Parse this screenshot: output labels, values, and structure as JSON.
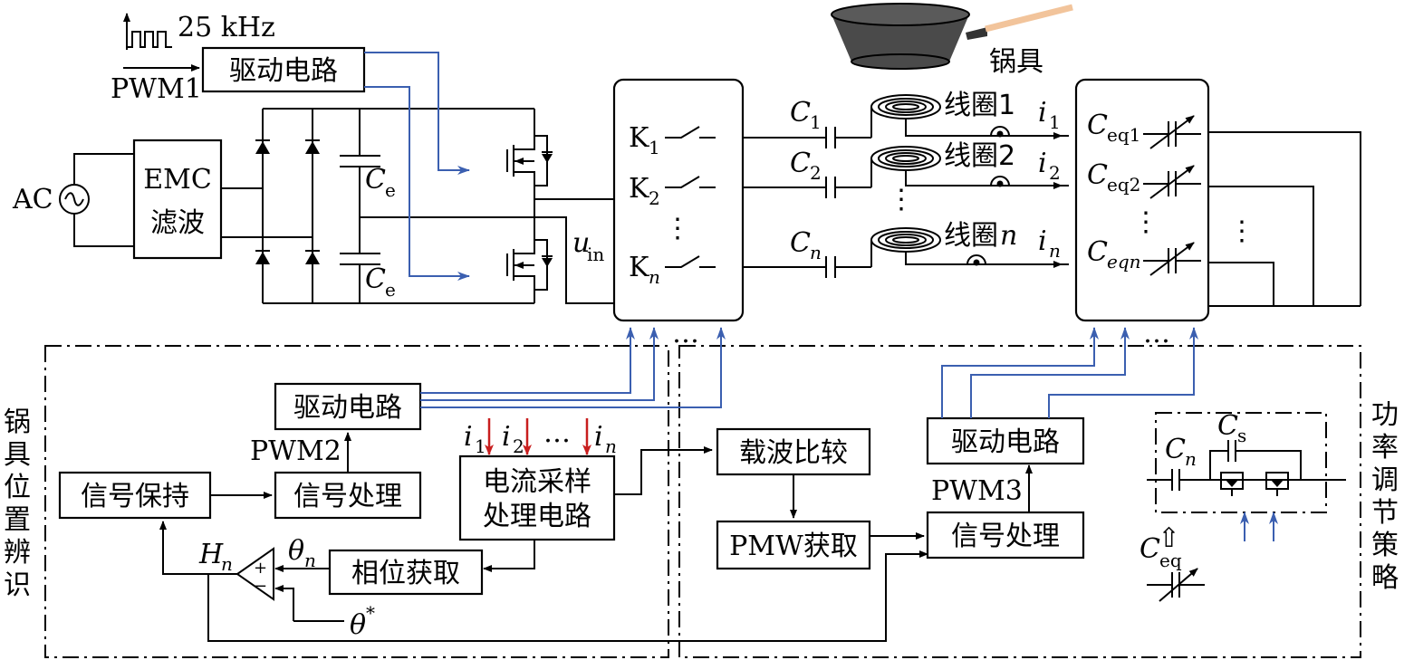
{
  "inputs": {
    "freq": "25 kHz",
    "pwm1": "PWM1",
    "ac": "AC"
  },
  "blocks": {
    "drive_top": "驱动电路",
    "emc_line1": "EMC",
    "emc_line2": "滤波",
    "drive_left": "驱动电路",
    "signal_hold": "信号保持",
    "signal_proc_left": "信号处理",
    "current_sample_line1": "电流采样",
    "current_sample_line2": "处理电路",
    "phase_get": "相位获取",
    "carrier_compare": "载波比较",
    "pmw_get": "PMW获取",
    "drive_right": "驱动电路",
    "signal_proc_right": "信号处理"
  },
  "labels": {
    "cookware": "锅具",
    "ce1": "C",
    "ce1_sub": "e",
    "ce2": "C",
    "ce2_sub": "e",
    "uin": "u",
    "uin_sub": "in",
    "k1": "K",
    "k1_sub": "1",
    "k2": "K",
    "k2_sub": "2",
    "kn": "K",
    "kn_sub": "n",
    "c1": "C",
    "c1_sub": "1",
    "c2": "C",
    "c2_sub": "2",
    "cn": "C",
    "cn_sub": "n",
    "coil1": "线圈1",
    "coil2": "线圈2",
    "coiln_text": "线圈",
    "coiln_n": "n",
    "i1": "i",
    "i1_sub": "1",
    "i2": "i",
    "i2_sub": "2",
    "in": "i",
    "in_sub": "n",
    "ceq1": "C",
    "ceq1_sub": "eq1",
    "ceq2": "C",
    "ceq2_sub": "eq2",
    "ceqn": "C",
    "ceqn_sub": "eqn",
    "vdots": "⋮",
    "hdots": "…",
    "pwm2": "PWM2",
    "pwm3": "PWM3",
    "samp_i1": "i",
    "samp_i1_sub": "1",
    "samp_i2": "i",
    "samp_i2_sub": "2",
    "samp_in": "i",
    "samp_in_sub": "n",
    "hn": "H",
    "hn_sub": "n",
    "theta_n": "θ",
    "theta_n_sub": "n",
    "theta_star": "θ",
    "theta_star_sup": "*",
    "plus": "+",
    "minus": "−",
    "detail_cn": "C",
    "detail_cn_sub": "n",
    "detail_cs": "C",
    "detail_cs_sub": "s",
    "detail_ceq": "C",
    "detail_ceq_sub": "eq",
    "hollow_arrow": "⇧"
  },
  "side_titles": {
    "left": [
      "锅",
      "具",
      "位",
      "置",
      "辨",
      "识"
    ],
    "right": [
      "功",
      "率",
      "调",
      "节",
      "策",
      "略"
    ]
  },
  "colors": {
    "signal_blue": "#3b5fb0",
    "sense_red": "#c81e1e",
    "pan_dark": "#4a4a4a",
    "handle": "#f2c49b"
  }
}
